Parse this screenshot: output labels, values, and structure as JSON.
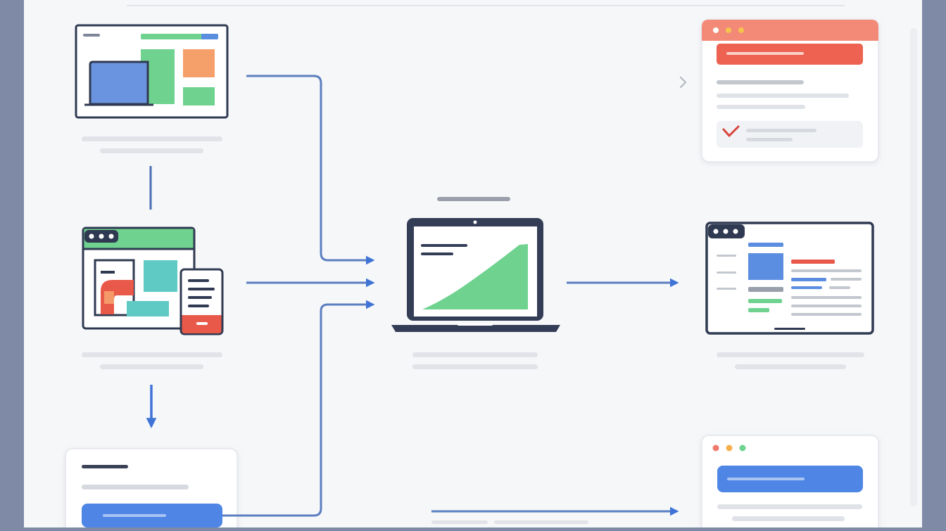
{
  "diagram": {
    "kind": "ui-workflow-illustration",
    "text_labels": [],
    "nodes": [
      "dashboard-screen",
      "editor-screen-with-phone",
      "form-card",
      "central-laptop",
      "alert-window",
      "result-laptop",
      "action-window"
    ],
    "connections": [
      {
        "from": "dashboard-screen",
        "to": "editor-screen-with-phone",
        "style": "line"
      },
      {
        "from": "editor-screen-with-phone",
        "to": "form-card",
        "style": "arrow"
      },
      {
        "from": "dashboard-screen",
        "to": "central-laptop",
        "style": "arrow"
      },
      {
        "from": "editor-screen-with-phone",
        "to": "central-laptop",
        "style": "arrow"
      },
      {
        "from": "form-card",
        "to": "central-laptop",
        "style": "arrow"
      },
      {
        "from": "central-laptop",
        "to": "result-laptop",
        "style": "arrow"
      },
      {
        "from": "form-card",
        "to": "action-window",
        "style": "arrow"
      }
    ]
  },
  "colors": {
    "background": "#7f8ba6",
    "panel": "#f6f7f9",
    "outline": "#2f3a52",
    "arrow": "#5b7fc0",
    "arrow_head": "#3f74d6",
    "blue": "#5b8de0",
    "green": "#6fd28f",
    "orange": "#f5a06a",
    "red": "#e8594a",
    "teal": "#5fc9c4",
    "placeholder": "#d6d9df"
  }
}
